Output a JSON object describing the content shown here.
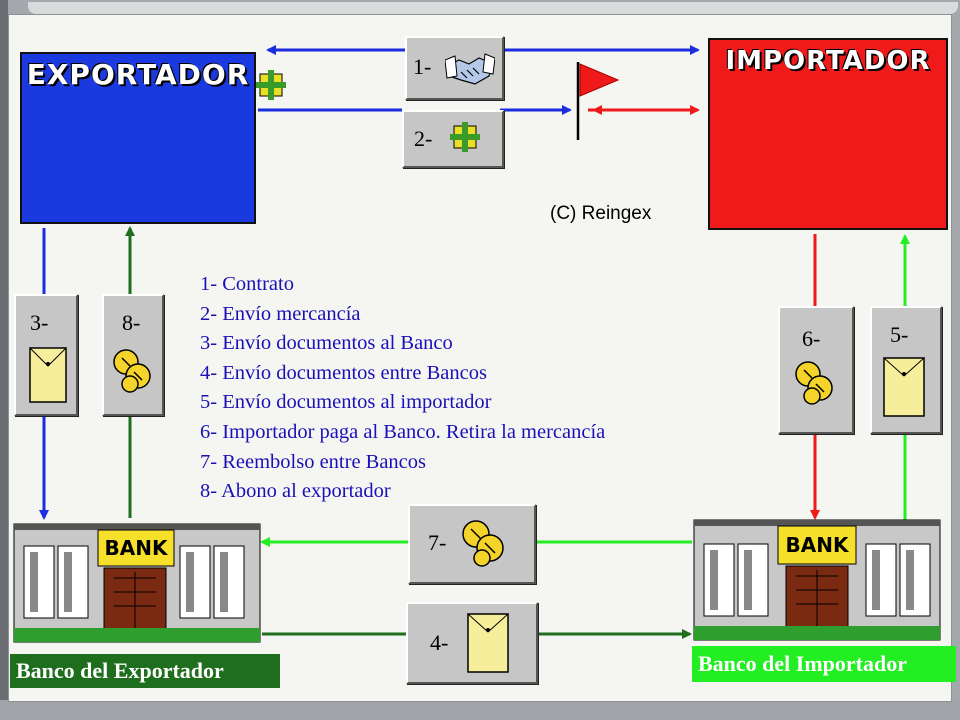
{
  "exporter": {
    "title": "EXPORTADOR"
  },
  "importer": {
    "title": "IMPORTADOR"
  },
  "copyright": "(C) Reingex",
  "steps": {
    "s1": "1-",
    "s2": "2-",
    "s3": "3-",
    "s4": "4-",
    "s5": "5-",
    "s6": "6-",
    "s7": "7-",
    "s8": "8-"
  },
  "legend": [
    "1- Contrato",
    "2- Envío mercancía",
    "3- Envío documentos al Banco",
    "4- Envío documentos entre Bancos",
    "5- Envío documentos al importador",
    "6- Importador paga al Banco. Retira la mercancía",
    "7- Reembolso entre Bancos",
    "8- Abono al exportador"
  ],
  "banks": {
    "sign": "BANK",
    "exporter_bank": "Banco del Exportador",
    "importer_bank": "Banco del Importador"
  },
  "colors": {
    "exporter_panel": "#1a3ae0",
    "importer_panel": "#f11a1a",
    "arrow_blue": "#1a2ee0",
    "arrow_red": "#ee1a1a",
    "arrow_green_light": "#22ee22",
    "arrow_green_dark": "#1e6e1e",
    "legend_text": "#1a10b8"
  },
  "icons": [
    "handshake-icon",
    "package-icon",
    "flag-icon",
    "envelope-icon",
    "money-icon",
    "bank-building-icon",
    "factory-icon",
    "businessman-icon"
  ]
}
